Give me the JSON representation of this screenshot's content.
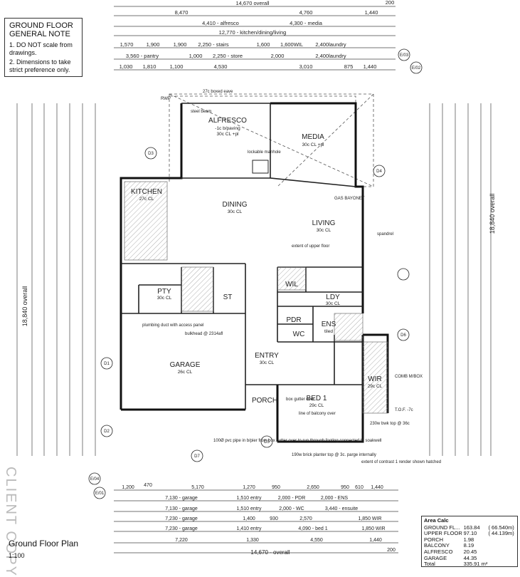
{
  "note": {
    "heading_1": "GROUND FLOOR",
    "heading_2": "GENERAL NOTE",
    "items": [
      "1. DO NOT scale from drawings.",
      "2. Dimensions to take strict preference only."
    ]
  },
  "title": "Ground Floor Plan",
  "scale": "1:100",
  "watermark": "CLIENT COPY",
  "overall": {
    "width": "14,670 overall",
    "depth": "18,840 overall"
  },
  "top_dims": {
    "row1": [
      "8,470",
      "4,760",
      "1,440",
      "200"
    ],
    "row2": [
      "4,410 - alfresco",
      "4,300 - media"
    ],
    "row3": [
      "12,770 - kitchen/dining/living"
    ],
    "row4": [
      "1,570",
      "1,900",
      "1,900",
      "2,250 - stairs",
      "1,600",
      "1,600WIL",
      "2,400laundry"
    ],
    "row5": [
      "3,560 - pantry",
      "1,000",
      "2,250 - store",
      "2,000",
      "2,400laundry"
    ],
    "row6": [
      "1,030",
      "1,810",
      "1,100",
      "4,530",
      "3,010",
      "875",
      "1,440"
    ]
  },
  "bottom_dims": {
    "row1": [
      "1,200",
      "470",
      "5,170",
      "1,270",
      "950",
      "2,650",
      "950",
      "610",
      "1,440"
    ],
    "row2": [
      "7,130 - garage",
      "1,510 entry",
      "2,000 - PDR",
      "2,000 - ENS"
    ],
    "row3": [
      "7,130 - garage",
      "1,510 entry",
      "2,000 - WC",
      "3,440 - ensuite"
    ],
    "row4": [
      "7,230 - garage",
      "1,400",
      "930",
      "2,570",
      "1,850 WIR"
    ],
    "row5": [
      "7,230 - garage",
      "1,410 entry",
      "4,090 - bed 1",
      "1,850 WIR"
    ],
    "row6": [
      "7,220",
      "1,330",
      "4,550",
      "1,440"
    ],
    "row7": [
      "14,670 - overall",
      "200"
    ]
  },
  "rooms": {
    "alfresco": {
      "name": "ALFRESCO",
      "sub1": "-1c b/paving",
      "sub2": "30c CL +pl"
    },
    "media": {
      "name": "MEDIA",
      "sub1": "30c CL +pl"
    },
    "kitchen": {
      "name": "KITCHEN",
      "sub1": "27c CL"
    },
    "dining": {
      "name": "DINING",
      "sub1": "30c CL"
    },
    "living": {
      "name": "LIVING",
      "sub1": "30c CL"
    },
    "pty": {
      "name": "PTY",
      "sub1": "30c CL"
    },
    "wil": {
      "name": "WIL"
    },
    "ldy": {
      "name": "LDY",
      "sub1": "30c CL"
    },
    "ens": {
      "name": "ENS",
      "sub1": "tiled"
    },
    "pdr": {
      "name": "PDR"
    },
    "wc": {
      "name": "WC"
    },
    "st": {
      "name": "ST"
    },
    "entry": {
      "name": "ENTRY",
      "sub1": "30c CL"
    },
    "garage": {
      "name": "GARAGE",
      "sub1": "26c CL"
    },
    "porch": {
      "name": "PORCH"
    },
    "bed1": {
      "name": "BED 1",
      "sub1": "29c CL"
    },
    "wir": {
      "name": "WIR",
      "sub1": "29c CL"
    }
  },
  "notes_on_plan": {
    "steel_beam": "steel beam",
    "eave": "27c boxed eave",
    "manhole": "lockable manhole",
    "rwp": "RWP",
    "gas": "GAS BAYONET",
    "upper_floor": "extent of upper floor",
    "spandrel": "spandrel",
    "plumbing": "plumbing duct with access panel",
    "bulkhead": "bulkhead @ 2314afl",
    "bwk": "230w bwk top @ 36c",
    "planter": "190w brick planter top @ 3c. parge internally",
    "pvc": "100Ø pvc pipe in b/pier from box gutter over to run through footing connected to soakwell",
    "balcony": "line of balcony over",
    "box_gutter": "box gutter over",
    "comb": "COMB M/BOX",
    "contrast": "extent of contrast 1 render shown hatched",
    "tof": "T.O.F. -7c"
  },
  "section_marks": [
    "D3",
    "D4",
    "D1",
    "D2",
    "D5",
    "D6",
    "D7",
    "E/03",
    "E/02",
    "E/04",
    "E/01"
  ],
  "area_calc": {
    "heading": "Area Calc",
    "rows": [
      {
        "label": "GROUND FL...",
        "value": "163.84",
        "extra": "( 66.540m)"
      },
      {
        "label": "UPPER FLOOR",
        "value": "97.10",
        "extra": "( 44.139m)"
      },
      {
        "label": "PORCH",
        "value": "1.98",
        "extra": ""
      },
      {
        "label": "BALCONY",
        "value": "8.19",
        "extra": ""
      },
      {
        "label": "ALFRESCO",
        "value": "20.45",
        "extra": ""
      },
      {
        "label": "GARAGE",
        "value": "44.35",
        "extra": ""
      },
      {
        "label": "Total",
        "value": "335.91 m²",
        "extra": ""
      }
    ]
  }
}
